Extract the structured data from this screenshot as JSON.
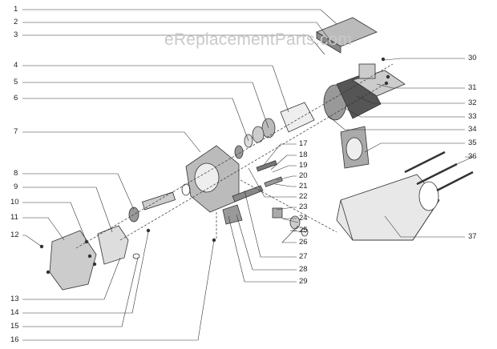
{
  "watermark": "eReplacementParts.com",
  "left_callouts": [
    "1",
    "2",
    "3",
    "4",
    "5",
    "6",
    "7",
    "8",
    "9",
    "10",
    "11",
    "12",
    "13",
    "14",
    "15",
    "16"
  ],
  "right_callouts": [
    "17",
    "18",
    "19",
    "20",
    "21",
    "22",
    "23",
    "24",
    "25",
    "26",
    "27",
    "28",
    "29",
    "30",
    "31",
    "32",
    "33",
    "34",
    "35",
    "36",
    "37"
  ],
  "colors": {
    "line": "#333333",
    "part_fill": "#d8d8d8",
    "part_dark": "#7a7a7a",
    "watermark": "#c9c9c9"
  }
}
